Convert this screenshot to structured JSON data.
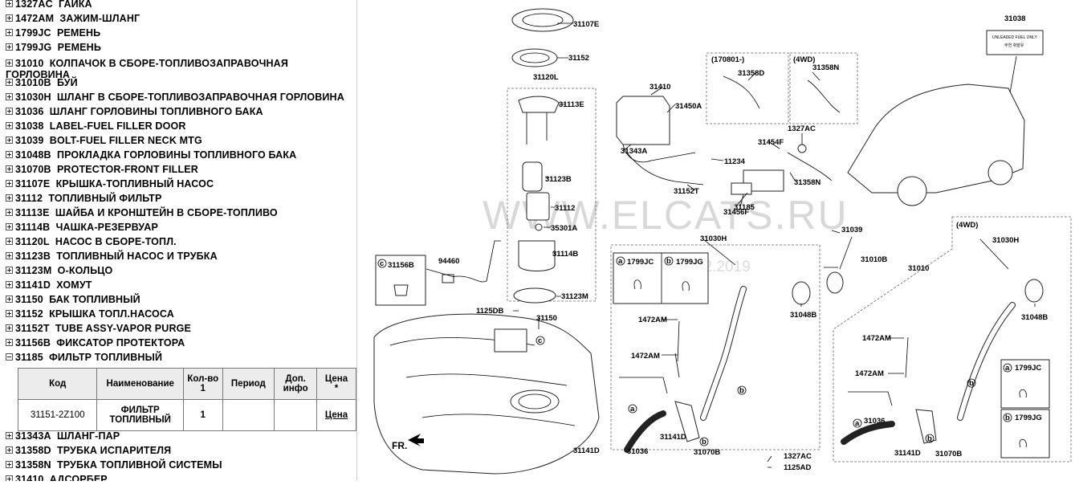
{
  "parts_list": [
    {
      "code": "1327AC",
      "name": "ГАЙКА",
      "expanded": false
    },
    {
      "code": "1472AM",
      "name": "ЗАЖИМ-ШЛАНГ",
      "expanded": false
    },
    {
      "code": "1799JC",
      "name": "РЕМЕНЬ",
      "expanded": false
    },
    {
      "code": "1799JG",
      "name": "РЕМЕНЬ",
      "expanded": false
    },
    {
      "code": "31010",
      "name": "КОЛПАЧОК В СБОРЕ-ТОПЛИВОЗАПРАВОЧНАЯ ГОРЛОВИНА",
      "expanded": false
    },
    {
      "code": "31010B",
      "name": "БУЙ",
      "expanded": false
    },
    {
      "code": "31030H",
      "name": "ШЛАНГ В СБОРЕ-ТОПЛИВОЗАПРАВОЧНАЯ ГОРЛОВИНА",
      "expanded": false
    },
    {
      "code": "31036",
      "name": "ШЛАНГ ГОРЛОВИНЫ ТОПЛИВНОГО БАКА",
      "expanded": false
    },
    {
      "code": "31038",
      "name": "LABEL-FUEL FILLER DOOR",
      "expanded": false
    },
    {
      "code": "31039",
      "name": "BOLT-FUEL FILLER NECK MTG",
      "expanded": false
    },
    {
      "code": "31048B",
      "name": "ПРОКЛАДКА ГОРЛОВИНЫ ТОПЛИВНОГО БАКА",
      "expanded": false
    },
    {
      "code": "31070B",
      "name": "PROTECTOR-FRONT FILLER",
      "expanded": false
    },
    {
      "code": "31107E",
      "name": "КРЫШКА-ТОПЛИВНЫЙ НАСОС",
      "expanded": false
    },
    {
      "code": "31112",
      "name": "ТОПЛИВНЫЙ ФИЛЬТР",
      "expanded": false
    },
    {
      "code": "31113E",
      "name": "ШАЙБА И КРОНШТЕЙН В СБОРЕ-ТОПЛИВО",
      "expanded": false
    },
    {
      "code": "31114B",
      "name": "ЧАШКА-РЕЗЕРВУАР",
      "expanded": false
    },
    {
      "code": "31120L",
      "name": "НАСОС В СБОРЕ-ТОПЛ.",
      "expanded": false
    },
    {
      "code": "31123B",
      "name": "ТОПЛИВНЫЙ НАСОС И ТРУБКА",
      "expanded": false
    },
    {
      "code": "31123M",
      "name": "О-КОЛЬЦО",
      "expanded": false
    },
    {
      "code": "31141D",
      "name": "ХОМУТ",
      "expanded": false
    },
    {
      "code": "31150",
      "name": "БАК ТОПЛИВНЫЙ",
      "expanded": false
    },
    {
      "code": "31152",
      "name": "КРЫШКА ТОПЛ.НАСОСА",
      "expanded": false
    },
    {
      "code": "31152T",
      "name": "TUBE ASSY-VAPOR PURGE",
      "expanded": false
    },
    {
      "code": "31156B",
      "name": "ФИКСАТОР ПРОТЕКТОРА",
      "expanded": false
    },
    {
      "code": "31185",
      "name": "ФИЛЬТР ТОПЛИВНЫЙ",
      "expanded": true
    }
  ],
  "parts_list_after": [
    {
      "code": "31343A",
      "name": "ШЛАНГ-ПАР"
    },
    {
      "code": "31358D",
      "name": "ТРУБКА ИСПАРИТЕЛЯ"
    },
    {
      "code": "31358N",
      "name": "ТРУБКА ТОПЛИВНОЙ СИСТЕМЫ"
    },
    {
      "code": "31410",
      "name": "АДСОРБЕР"
    }
  ],
  "detail_table": {
    "headers": [
      "Код",
      "Наименование",
      "Кол-во",
      "Период",
      "Доп. инфо",
      "Цена"
    ],
    "header_marks": {
      "qty": "1",
      "price": "*"
    },
    "rows": [
      {
        "code": "31151-2Z100",
        "name": "ФИЛЬТР ТОПЛИВНЫЙ",
        "qty": "1",
        "period": "",
        "info": "",
        "price": "Цена"
      }
    ]
  },
  "diagram": {
    "watermark": "WWW.ELCATS.RU",
    "watermark_date": "11.12.2019",
    "highlighted_part": "31185",
    "front_marker": "FR.",
    "group_labels": {
      "g170801": "(170801-)",
      "g4wd_a": "(4WD)",
      "g4wd_b": "(4WD)"
    },
    "fuel_label_lines": [
      "UNLEADED FUEL ONLY",
      "무연 휘발유"
    ],
    "labels": [
      "31107E",
      "31152",
      "31120L",
      "31113E",
      "31123B",
      "31112",
      "35301A",
      "31114B",
      "94460",
      "31123M",
      "1125DB",
      "31150",
      "31156B",
      "31141D",
      "31410",
      "31450A",
      "31343A",
      "11234",
      "31152T",
      "31456F",
      "31185",
      "31358D",
      "31358N",
      "1327AC",
      "31454F",
      "31038",
      "31039",
      "31030H",
      "31010B",
      "31010",
      "31048B",
      "1799JC",
      "1799JG",
      "1472AM",
      "31036",
      "31070B",
      "1125AD"
    ],
    "callout_letters": [
      "a",
      "b",
      "c"
    ]
  },
  "colors": {
    "highlight": "#1a4fb0",
    "border": "#777777",
    "header_bg": "#ececec"
  }
}
